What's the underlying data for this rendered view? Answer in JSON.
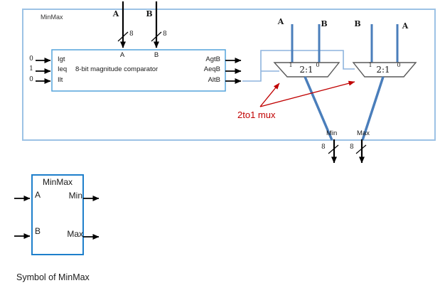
{
  "schematic": {
    "title": "MinMax",
    "bus_a": {
      "label": "A",
      "width": "8"
    },
    "bus_b": {
      "label": "B",
      "width": "8"
    },
    "comparator": {
      "a": "A",
      "b": "B",
      "title": "8-bit magnitude comparator",
      "inputs": [
        {
          "value": "0",
          "pin": "Igt"
        },
        {
          "value": "1",
          "pin": "Ieq"
        },
        {
          "value": "0",
          "pin": "Ilt"
        }
      ],
      "outputs": [
        "AgtB",
        "AeqB",
        "AltB"
      ]
    },
    "mux_left": {
      "name": "2:1",
      "sel_one": "1",
      "sel_zero": "0",
      "in_one": "A",
      "in_zero": "B"
    },
    "mux_right": {
      "name": "2:1",
      "sel_one": "1",
      "sel_zero": "0",
      "in_one": "B",
      "in_zero": "A"
    },
    "annotation": "2to1 mux",
    "min": {
      "label": "Min",
      "width": "8"
    },
    "max": {
      "label": "Max",
      "width": "8"
    }
  },
  "symbol": {
    "title": "MinMax",
    "in_a": "A",
    "in_b": "B",
    "out_min": "Min",
    "out_max": "Max",
    "caption": "Symbol of MinMax"
  },
  "colors": {
    "outer_box": "#9CC2E5",
    "comparator_box": "#54A3DB",
    "symbol_box": "#1E7FCB",
    "wire_thick": "#4A7EBB",
    "wire_select": "#8EB4DE",
    "annotation_red": "#C00000",
    "mux_outline": "#595959"
  }
}
